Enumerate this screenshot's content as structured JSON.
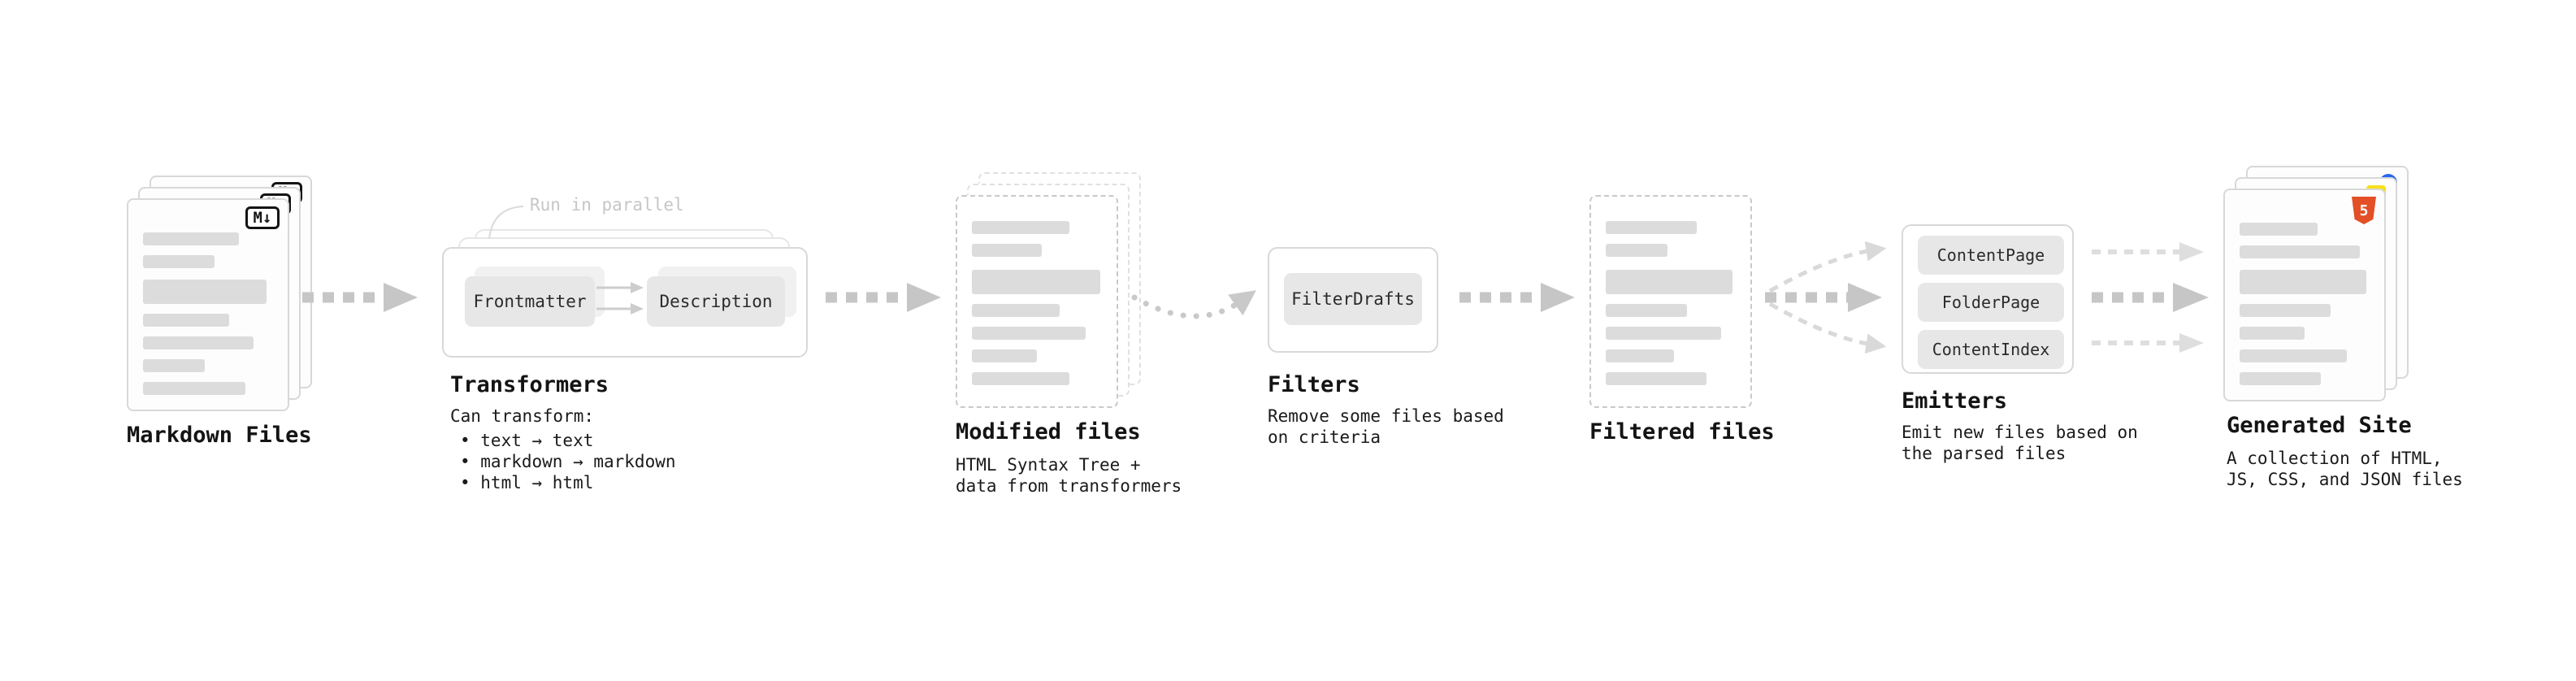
{
  "colors": {
    "arrow": "#c6c6c6",
    "arrow_light": "#dcdcdc",
    "bar": "#dcdcdc",
    "text": "#1a1a1a",
    "annotation": "#c6c6c6",
    "badge_html5": "#e34f26",
    "badge_js": "#f7df1e",
    "badge_css": "#2965f1"
  },
  "stages": {
    "markdown": {
      "label": "Markdown Files",
      "badge": "M↓"
    },
    "transformers": {
      "label": "Transformers",
      "annotation": "Run in parallel",
      "node1": "Frontmatter",
      "node2": "Description",
      "desc_title": "Can transform:",
      "bullet1": "• text → text",
      "bullet2": "• markdown → markdown",
      "bullet3": "• html → html"
    },
    "modified": {
      "label": "Modified files",
      "desc_line1": "HTML Syntax Tree +",
      "desc_line2": "data from transformers"
    },
    "filters": {
      "label": "Filters",
      "node1": "FilterDrafts",
      "desc_line1": "Remove some files based",
      "desc_line2": "on criteria"
    },
    "filtered": {
      "label": "Filtered files"
    },
    "emitters": {
      "label": "Emitters",
      "node1": "ContentPage",
      "node2": "FolderPage",
      "node3": "ContentIndex",
      "desc_line1": "Emit new files based on",
      "desc_line2": "the parsed files"
    },
    "generated": {
      "label": "Generated Site",
      "badge": "5",
      "desc_line1": "A collection of HTML,",
      "desc_line2": "JS, CSS, and JSON files"
    }
  }
}
